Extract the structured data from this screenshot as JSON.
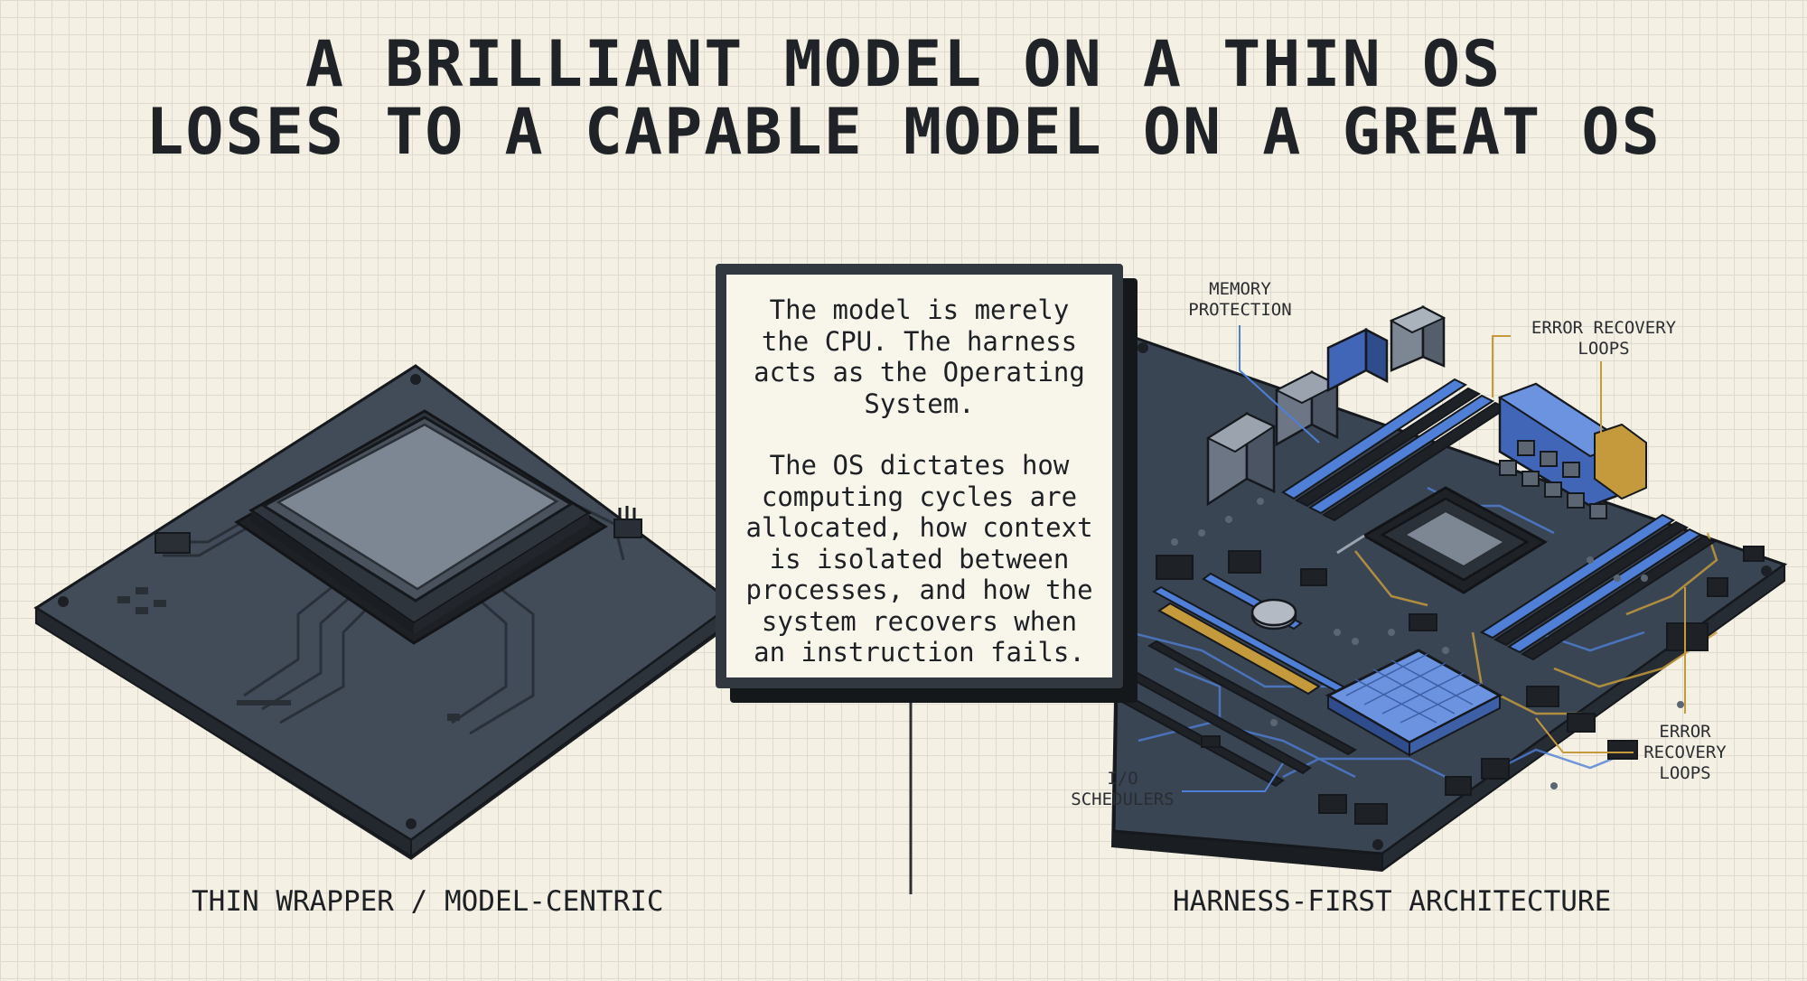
{
  "title": {
    "line1": "A BRILLIANT MODEL ON A THIN OS",
    "line2": "LOSES TO A CAPABLE MODEL ON A GREAT OS"
  },
  "card": {
    "paragraph1": "The model is merely the CPU. The harness acts as the Operating System.",
    "paragraph2": "The OS dictates how computing cycles are allocated, how context is isolated between processes, and how the system recovers when an instruction fails."
  },
  "annotations": {
    "memory_protection": "MEMORY\nPROTECTION",
    "error_recovery_top": "ERROR RECOVERY\nLOOPS",
    "error_recovery_bottom": "ERROR\nRECOVERY\nLOOPS",
    "io_schedulers": "I/O\nSCHEDULERS"
  },
  "captions": {
    "left": "THIN WRAPPER / MODEL-CENTRIC",
    "right": "HARNESS-FIRST ARCHITECTURE"
  },
  "colors": {
    "background": "#f4f0e3",
    "board_dark": "#3a4350",
    "trace_blue": "#4f7fd6",
    "trace_gold": "#c49a3c",
    "ink": "#1b1d21"
  }
}
